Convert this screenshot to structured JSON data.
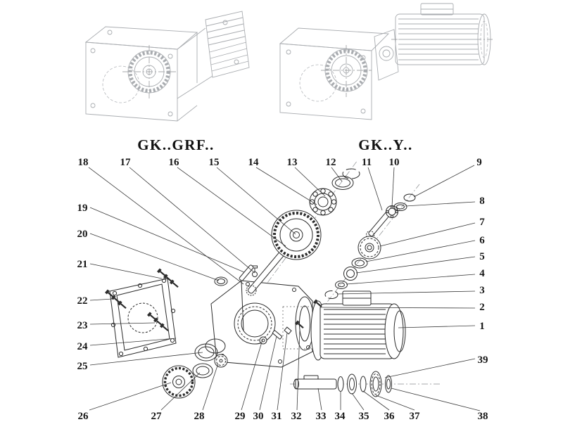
{
  "diagram": {
    "left_model": "GK..GRF..",
    "right_model": "GK..Y..",
    "description": "exploded-parts-diagram"
  },
  "callouts": [
    "1",
    "2",
    "3",
    "4",
    "5",
    "6",
    "7",
    "8",
    "9",
    "10",
    "11",
    "12",
    "13",
    "14",
    "15",
    "16",
    "17",
    "18",
    "19",
    "20",
    "21",
    "22",
    "23",
    "24",
    "25",
    "26",
    "27",
    "28",
    "29",
    "30",
    "31",
    "32",
    "33",
    "34",
    "35",
    "36",
    "37",
    "38",
    "39"
  ],
  "colors": {
    "background": "#ffffff",
    "dark_line": "#2b2b2b",
    "light_line": "#a9acb0",
    "text": "#161616"
  }
}
